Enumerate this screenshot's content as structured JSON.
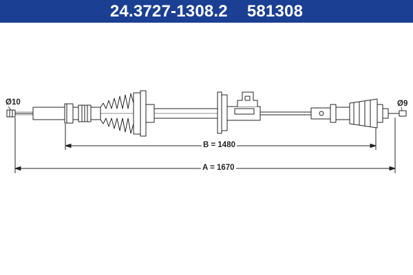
{
  "header": {
    "part_number": "24.3727-1308.2",
    "ref_number": "581308"
  },
  "drawing": {
    "left_end_diameter": "Ø10",
    "right_end_diameter": "Ø9",
    "dim_b": "B = 1480",
    "dim_a": "A = 1670",
    "line_color": "#222222",
    "header_color": "#1b3f93"
  }
}
